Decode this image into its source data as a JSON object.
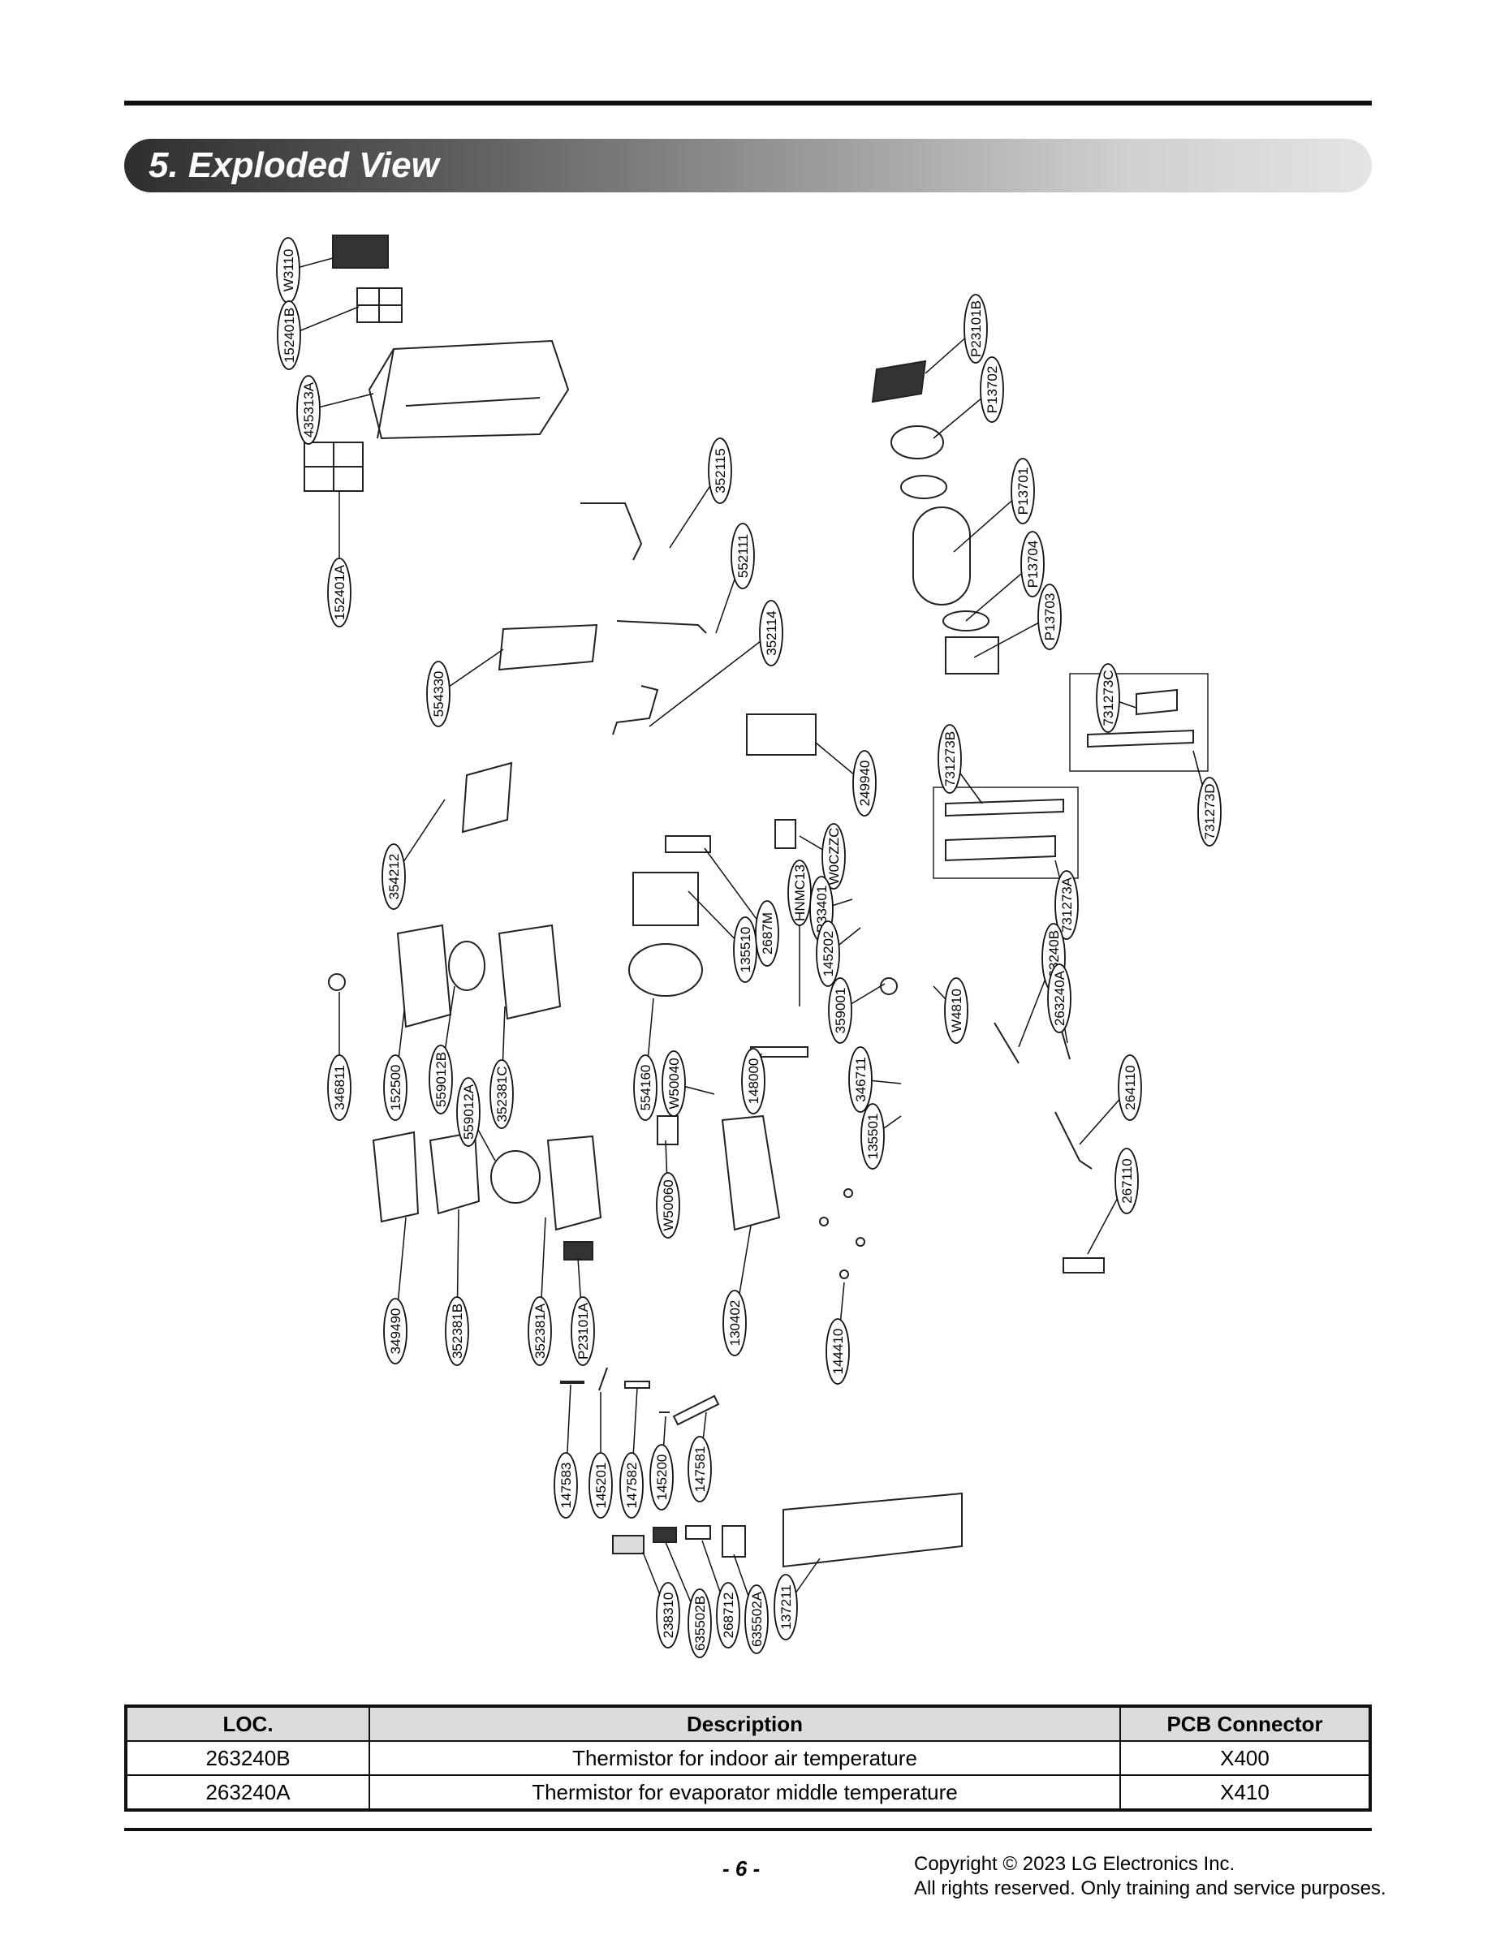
{
  "section_title": "5. Exploded View",
  "callouts": [
    {
      "id": "W3110",
      "label": "W3110"
    },
    {
      "id": "152401B",
      "label": "152401B"
    },
    {
      "id": "435313A",
      "label": "435313A"
    },
    {
      "id": "152401A",
      "label": "152401A"
    },
    {
      "id": "554330",
      "label": "554330"
    },
    {
      "id": "354212",
      "label": "354212"
    },
    {
      "id": "346811",
      "label": "346811"
    },
    {
      "id": "152500",
      "label": "152500"
    },
    {
      "id": "559012B",
      "label": "559012B"
    },
    {
      "id": "352381C",
      "label": "352381C"
    },
    {
      "id": "559012A",
      "label": "559012A"
    },
    {
      "id": "349490",
      "label": "349490"
    },
    {
      "id": "352381B",
      "label": "352381B"
    },
    {
      "id": "352381A",
      "label": "352381A"
    },
    {
      "id": "P23101A",
      "label": "P23101A"
    },
    {
      "id": "352115",
      "label": "352115"
    },
    {
      "id": "552111",
      "label": "552111"
    },
    {
      "id": "352114",
      "label": "352114"
    },
    {
      "id": "249940",
      "label": "249940"
    },
    {
      "id": "W0CZZC",
      "label": "W0CZZC"
    },
    {
      "id": "HNMC13",
      "label": "HNMC13"
    },
    {
      "id": "P33401",
      "label": "P33401"
    },
    {
      "id": "145202",
      "label": "145202"
    },
    {
      "id": "135510",
      "label": "135510"
    },
    {
      "id": "2687M",
      "label": "2687M"
    },
    {
      "id": "359001",
      "label": "359001"
    },
    {
      "id": "554160",
      "label": "554160"
    },
    {
      "id": "W50040",
      "label": "W50040"
    },
    {
      "id": "148000",
      "label": "148000"
    },
    {
      "id": "346711",
      "label": "346711"
    },
    {
      "id": "135501",
      "label": "135501"
    },
    {
      "id": "W50060",
      "label": "W50060"
    },
    {
      "id": "130402",
      "label": "130402"
    },
    {
      "id": "144410",
      "label": "144410"
    },
    {
      "id": "P23101B",
      "label": "P23101B"
    },
    {
      "id": "P13702",
      "label": "P13702"
    },
    {
      "id": "P13701",
      "label": "P13701"
    },
    {
      "id": "P13704",
      "label": "P13704"
    },
    {
      "id": "P13703",
      "label": "P13703"
    },
    {
      "id": "731273C",
      "label": "731273C"
    },
    {
      "id": "731273D",
      "label": "731273D"
    },
    {
      "id": "731273B",
      "label": "731273B"
    },
    {
      "id": "731273A",
      "label": "731273A"
    },
    {
      "id": "W4810",
      "label": "W4810"
    },
    {
      "id": "263240B",
      "label": "263240B"
    },
    {
      "id": "263240A",
      "label": "263240A"
    },
    {
      "id": "264110",
      "label": "264110"
    },
    {
      "id": "267110",
      "label": "267110"
    },
    {
      "id": "147583",
      "label": "147583"
    },
    {
      "id": "145201",
      "label": "145201"
    },
    {
      "id": "147582",
      "label": "147582"
    },
    {
      "id": "145200",
      "label": "145200"
    },
    {
      "id": "147581",
      "label": "147581"
    },
    {
      "id": "238310",
      "label": "238310"
    },
    {
      "id": "635502B",
      "label": "635502B"
    },
    {
      "id": "268712",
      "label": "268712"
    },
    {
      "id": "635502A",
      "label": "635502A"
    },
    {
      "id": "137211",
      "label": "137211"
    }
  ],
  "table": {
    "headers": [
      "LOC.",
      "Description",
      "PCB Connector"
    ],
    "rows": [
      [
        "263240B",
        "Thermistor for indoor air temperature",
        "X400"
      ],
      [
        "263240A",
        "Thermistor for evaporator middle temperature",
        "X410"
      ]
    ]
  },
  "footer": {
    "page_number": "- 6 -",
    "copyright_line1": "Copyright © 2023 LG Electronics Inc.",
    "copyright_line2": "All rights reserved. Only training and service purposes."
  }
}
